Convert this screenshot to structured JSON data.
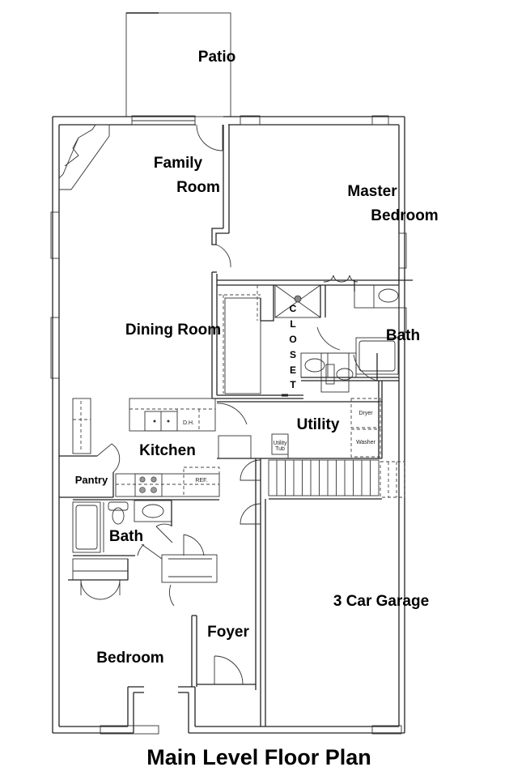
{
  "title": "Main Level Floor Plan",
  "rooms": {
    "patio": "Patio",
    "family_room_line1": "Family",
    "family_room_line2": "Room",
    "master_bedroom_line1": "Master",
    "master_bedroom_line2": "Bedroom",
    "dining_room": "Dining Room",
    "closet": [
      "C",
      "L",
      "O",
      "S",
      "E",
      "T"
    ],
    "master_bath": "Bath",
    "utility": "Utility",
    "kitchen": "Kitchen",
    "pantry": "Pantry",
    "bath": "Bath",
    "garage": "3 Car Garage",
    "foyer": "Foyer",
    "bedroom": "Bedroom"
  },
  "fixtures": {
    "dishwasher": "D.H.",
    "refrigerator": "REF.",
    "dryer": "Dryer",
    "washer": "Washer",
    "utility_tub_line1": "Utility",
    "utility_tub_line2": "Tub"
  }
}
